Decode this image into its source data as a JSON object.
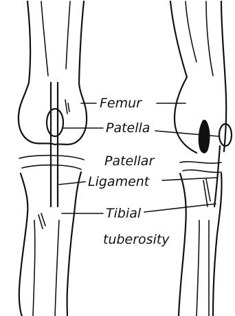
{
  "labels": {
    "femur": "Femur",
    "patella": "Patella",
    "patellar_ligament_line1": "Patellar",
    "patellar_ligament_line2": "Ligament",
    "tibial_tuberosity_line1": "Tibial",
    "tibial_tuberosity_line2": "tuberosity"
  },
  "colors": {
    "ink": "#111111",
    "background": "#ffffff"
  }
}
